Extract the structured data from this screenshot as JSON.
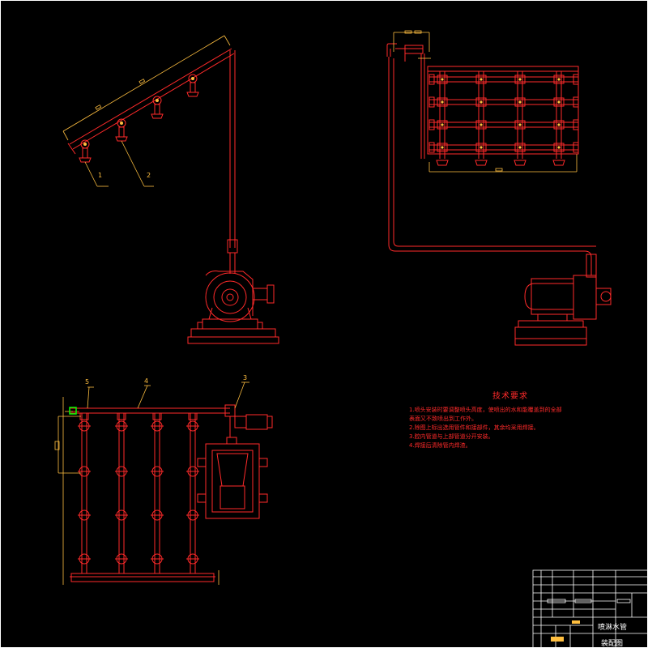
{
  "colors": {
    "background": "#000000",
    "pipe": "#ff2a2a",
    "dimension": "#ffbf40",
    "frame": "#ffffff",
    "accent": "#ffff00",
    "green": "#00ff00"
  },
  "balloons": {
    "b1": "1",
    "b2": "2",
    "b3": "3",
    "b4": "4",
    "b5": "5"
  },
  "notes": {
    "title": "技术要求",
    "items": [
      "1.喷头安装时要调整喷头高度，使喷出的水和能覆盖到的全部",
      "   表面又不致喷出到工作外。",
      "2.除图上标出选用管件和接部件，其余均采用焊接。",
      "3.腔内管道与上部管道分开安装。",
      "4.焊接后清除管内焊渣。"
    ]
  },
  "title_block": {
    "name": "喷淋水管",
    "view": "装配图"
  }
}
